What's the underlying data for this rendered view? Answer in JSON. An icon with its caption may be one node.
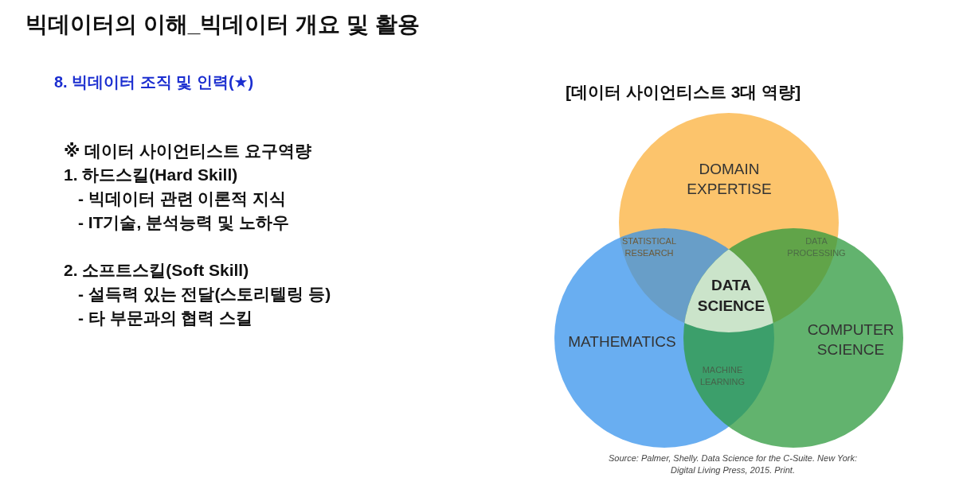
{
  "diagram": {
    "title": "빅데이터의 이해_빅데이터 개요 및 활용",
    "nodes": [
      {
        "text": [
          "DOMAIN EXPERTISE"
        ]
      },
      {
        "text": [
          "MATHEMATICS"
        ]
      },
      {
        "text": [
          "COMPUTER SCIENCE"
        ]
      }
    ],
    "edges": [],
    "labels": [
      "8. 빅데이터 조직 및 인력(★)",
      "※ 데이터 사이언티스트 요구역량",
      "1. 하드스킬(Hard Skill)",
      "- 빅데이터 관련 이론적 지식",
      "- IT기술, 분석능력 및 노하우",
      "2. 소프트스킬(Soft Skill)",
      "- 설득력 있는 전달(스토리텔링 등)",
      "- 타 부문과의 협력 스킬",
      "[데이터 사이언티스트 3대 역량]",
      "STATISTICAL RESEARCH",
      "DATA PROCESSING",
      "DATA SCIENCE",
      "MACHINE LEARNING",
      "Source: Palmer, Shelly. Data Science for the C-Suite. New York: Digital Living Press, 2015. Print."
    ]
  }
}
